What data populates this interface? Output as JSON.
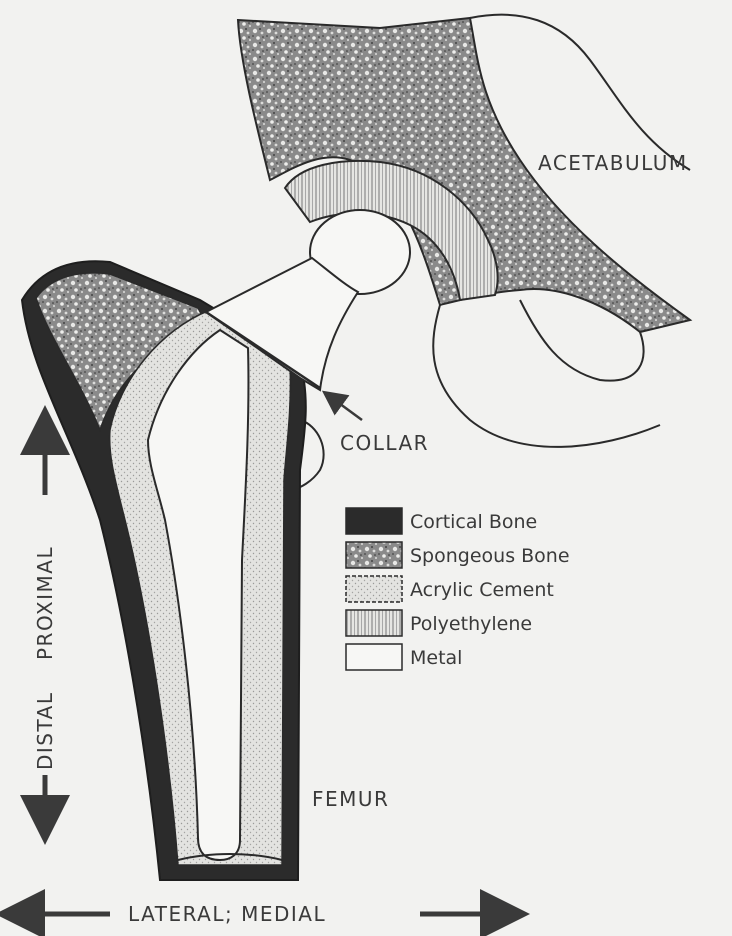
{
  "labels": {
    "acetabulum": "ACETABULUM",
    "collar": "COLLAR",
    "femur": "FEMUR",
    "proximal": "PROXIMAL",
    "distal": "DISTAL",
    "lateral_medial": "LATERAL; MEDIAL"
  },
  "legend": [
    {
      "label": "Cortical Bone",
      "pattern": "cortical"
    },
    {
      "label": "Spongeous Bone",
      "pattern": "spongeous"
    },
    {
      "label": "Acrylic Cement",
      "pattern": "cement"
    },
    {
      "label": "Polyethylene",
      "pattern": "poly"
    },
    {
      "label": "Metal",
      "pattern": "metal"
    }
  ],
  "colors": {
    "background": "#f2f2f0",
    "ink": "#2a2a2a",
    "cortical": "#2b2b2b",
    "metal": "#f7f7f5"
  }
}
